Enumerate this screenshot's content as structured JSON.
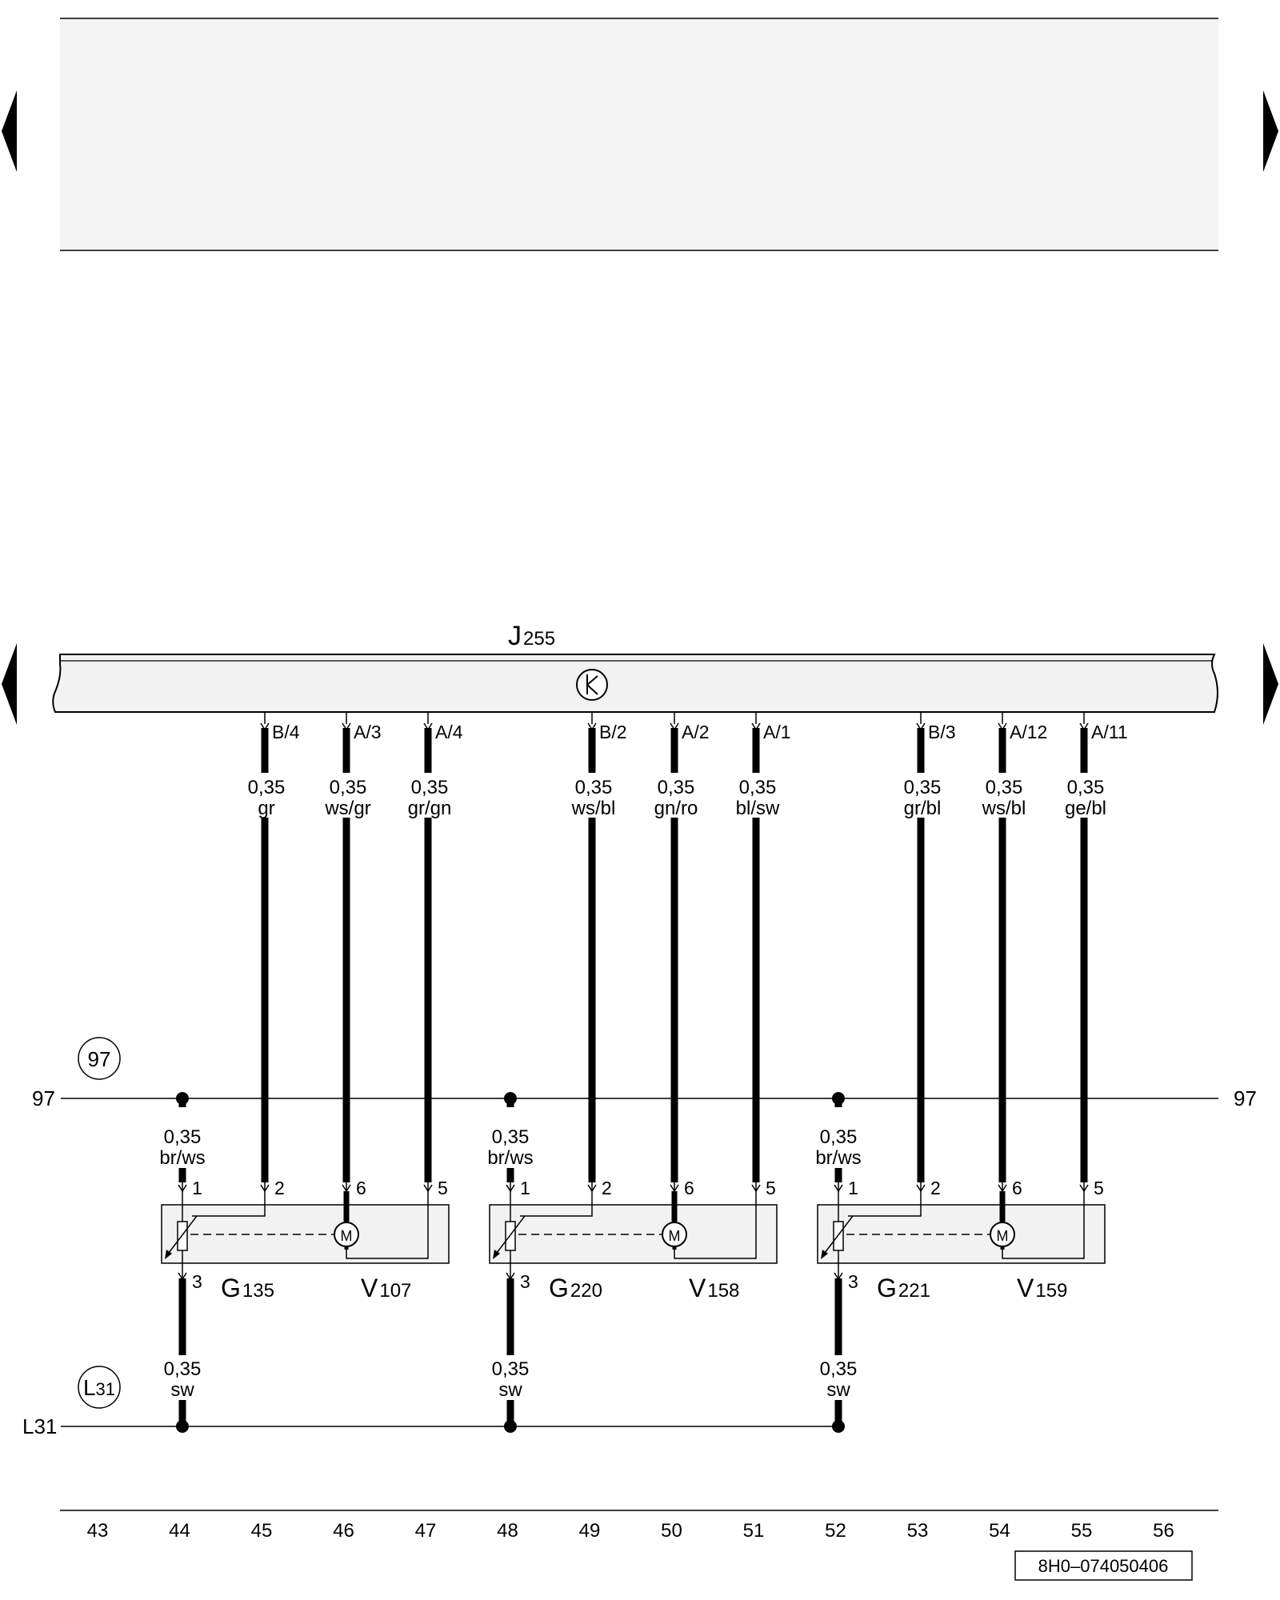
{
  "control_unit": {
    "letter": "J",
    "number": "255"
  },
  "ground_connection": {
    "letter": "L",
    "number": "31",
    "line_label": "L31"
  },
  "supply_connection": {
    "circle_label": "97",
    "left_label": "97",
    "right_label": "97"
  },
  "top_wires": [
    {
      "pin": "B/4",
      "size": "0,35",
      "color": "gr",
      "comp_pin": "2",
      "track": "45"
    },
    {
      "pin": "A/3",
      "size": "0,35",
      "color": "ws/gr",
      "comp_pin": "6",
      "track": "46"
    },
    {
      "pin": "A/4",
      "size": "0,35",
      "color": "gr/gn",
      "comp_pin": "5",
      "track": "47"
    },
    {
      "pin": "B/2",
      "size": "0,35",
      "color": "ws/bl",
      "comp_pin": "2",
      "track": "49"
    },
    {
      "pin": "A/2",
      "size": "0,35",
      "color": "gn/ro",
      "comp_pin": "6",
      "track": "50"
    },
    {
      "pin": "A/1",
      "size": "0,35",
      "color": "bl/sw",
      "comp_pin": "5",
      "track": "51"
    },
    {
      "pin": "B/3",
      "size": "0,35",
      "color": "gr/bl",
      "comp_pin": "2",
      "track": "53"
    },
    {
      "pin": "A/12",
      "size": "0,35",
      "color": "ws/bl",
      "comp_pin": "6",
      "track": "54"
    },
    {
      "pin": "A/11",
      "size": "0,35",
      "color": "ge/bl",
      "comp_pin": "5",
      "track": "55"
    }
  ],
  "units": [
    {
      "sensor": {
        "letter": "G",
        "number": "135"
      },
      "motor": {
        "letter": "V",
        "number": "107"
      },
      "supply_wire": {
        "size": "0,35",
        "color": "br/ws",
        "pin": "1"
      },
      "ground_wire": {
        "size": "0,35",
        "color": "sw",
        "pin": "3"
      },
      "motor_symbol": "M"
    },
    {
      "sensor": {
        "letter": "G",
        "number": "220"
      },
      "motor": {
        "letter": "V",
        "number": "158"
      },
      "supply_wire": {
        "size": "0,35",
        "color": "br/ws",
        "pin": "1"
      },
      "ground_wire": {
        "size": "0,35",
        "color": "sw",
        "pin": "3"
      },
      "motor_symbol": "M"
    },
    {
      "sensor": {
        "letter": "G",
        "number": "221"
      },
      "motor": {
        "letter": "V",
        "number": "159"
      },
      "supply_wire": {
        "size": "0,35",
        "color": "br/ws",
        "pin": "1"
      },
      "ground_wire": {
        "size": "0,35",
        "color": "sw",
        "pin": "3"
      },
      "motor_symbol": "M"
    }
  ],
  "track_numbers": [
    "43",
    "44",
    "45",
    "46",
    "47",
    "48",
    "49",
    "50",
    "51",
    "52",
    "53",
    "54",
    "55",
    "56"
  ],
  "document_code": "8H0–074050406",
  "colors": {
    "line": "#000000",
    "panel_fill": "#f2f2f2",
    "header_fill": "#f4f4f4"
  },
  "icons": [
    "nav-left-arrow-icon",
    "nav-right-arrow-icon",
    "clock-icon",
    "motor-icon",
    "potentiometer-icon"
  ]
}
